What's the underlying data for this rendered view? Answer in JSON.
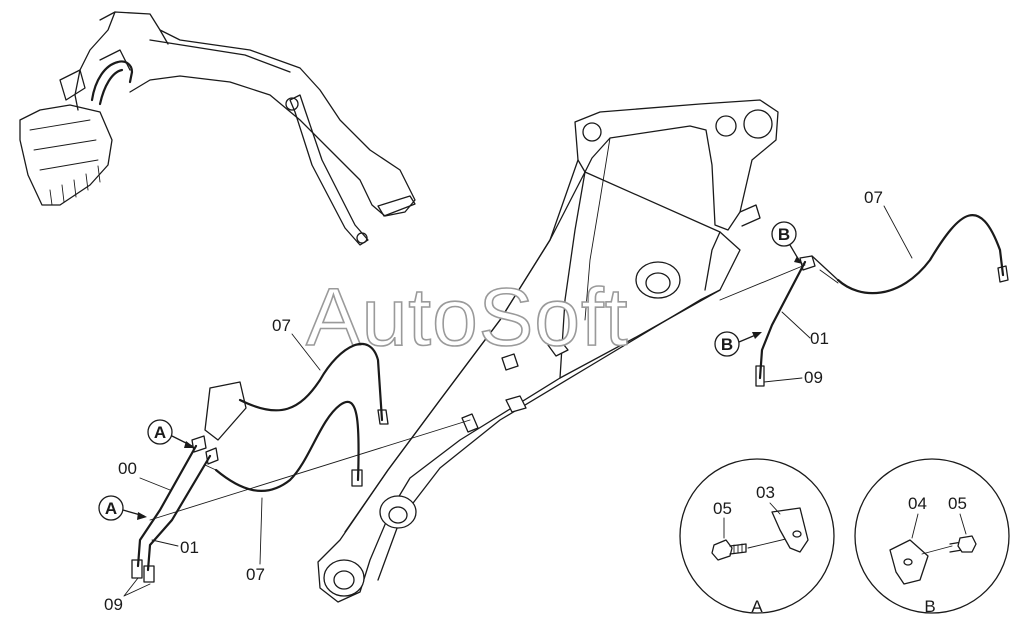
{
  "watermark": "AutoSoft",
  "part_labels": {
    "p07_right": "07",
    "p01_right": "01",
    "p09_right": "09",
    "p07_left_top": "07",
    "p00_left": "00",
    "p01_left": "01",
    "p07_left_bottom": "07",
    "p09_left": "09",
    "p05_detail_a": "05",
    "p03_detail_a": "03",
    "p04_detail_b": "04",
    "p05_detail_b": "05"
  },
  "callouts": {
    "a_upper": "A",
    "a_lower": "A",
    "b_upper": "B",
    "b_lower": "B"
  },
  "details": {
    "a_caption": "A",
    "b_caption": "B"
  }
}
